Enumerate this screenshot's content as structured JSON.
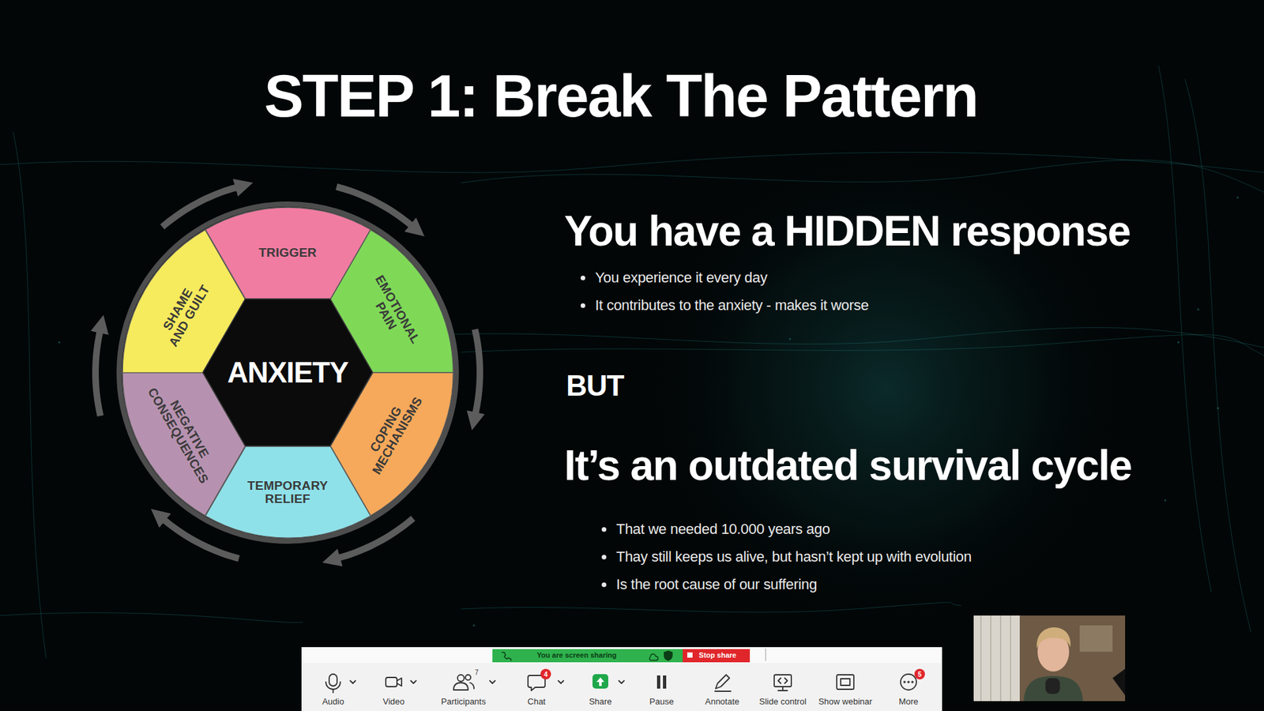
{
  "diagram": {
    "title": "STEP 1: Break The Pattern",
    "nodes": [
      {
        "text": [
          "TRIGGER"
        ]
      },
      {
        "text": [
          "EMOTIONAL PAIN"
        ]
      },
      {
        "text": [
          "COPING MECHANISMS"
        ]
      },
      {
        "text": [
          "TEMPORARY RELIEF"
        ]
      },
      {
        "text": [
          "NEGATIVE CONSEQUENCES"
        ]
      },
      {
        "text": [
          "SHAME AND GUILT"
        ]
      },
      {
        "text": [
          "ANXIETY"
        ]
      }
    ],
    "edges": [
      {
        "from": 0,
        "to": 1,
        "arrow": "to"
      },
      {
        "from": 1,
        "to": 2,
        "arrow": "to"
      },
      {
        "from": 2,
        "to": 3,
        "arrow": "to"
      },
      {
        "from": 3,
        "to": 4,
        "arrow": "to"
      },
      {
        "from": 4,
        "to": 5,
        "arrow": "to"
      },
      {
        "from": 5,
        "to": 0,
        "arrow": "to"
      }
    ],
    "labels": [
      "You have a HIDDEN response",
      "You experience it every day",
      "It contributes to the anxiety - makes it worse",
      "BUT",
      "It’s an outdated survival cycle",
      "That we needed 10.000 years ago",
      "Thay still keeps us alive, but hasn’t kept up with evolution",
      "Is the root cause of our suffering",
      "You are screen sharing",
      "Stop share",
      "Audio",
      "Video",
      "Participants",
      "7",
      "Chat",
      "4",
      "Share",
      "Pause",
      "Annotate",
      "Slide control",
      "Show webinar",
      "More",
      "5"
    ]
  }
}
